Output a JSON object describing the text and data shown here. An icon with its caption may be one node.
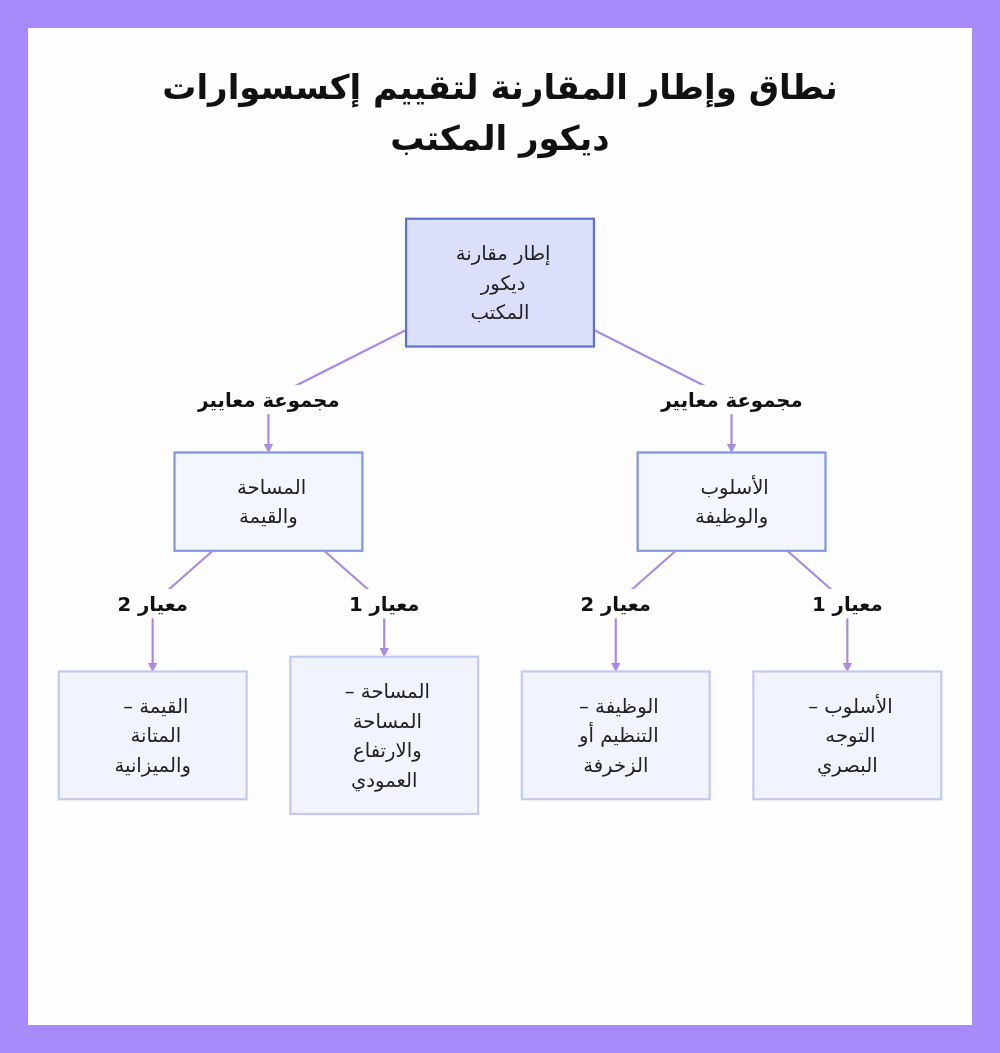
{
  "diagram": {
    "title": "نطاق وإطار المقارنة لتقييم إكسسوارات ديكور المكتب",
    "nodes": [
      {
        "text": [
          "إطار مقارنة ديكور المكتب"
        ]
      },
      {
        "text": [
          "الأسلوب والوظيفة"
        ]
      },
      {
        "text": [
          "المساحة والقيمة"
        ]
      },
      {
        "text": [
          "الأسلوب – التوجه البصري"
        ]
      },
      {
        "text": [
          "الوظيفة – التنظيم أو الزخرفة"
        ]
      },
      {
        "text": [
          "المساحة – المساحة والارتفاع العمودي"
        ]
      },
      {
        "text": [
          "القيمة – المتانة والميزانية"
        ]
      }
    ],
    "edges": [
      {
        "from": 0,
        "to": 2,
        "arrow": "to",
        "label": "مجموعة معايير"
      },
      {
        "from": 0,
        "to": 1,
        "arrow": "to",
        "label": "مجموعة معايير"
      },
      {
        "from": 2,
        "to": 6,
        "arrow": "to",
        "label": "معيار 2"
      },
      {
        "from": 2,
        "to": 5,
        "arrow": "to",
        "label": "معيار 1"
      },
      {
        "from": 1,
        "to": 4,
        "arrow": "to",
        "label": "معيار 2"
      },
      {
        "from": 1,
        "to": 3,
        "arrow": "to",
        "label": "معيار 1"
      }
    ]
  }
}
